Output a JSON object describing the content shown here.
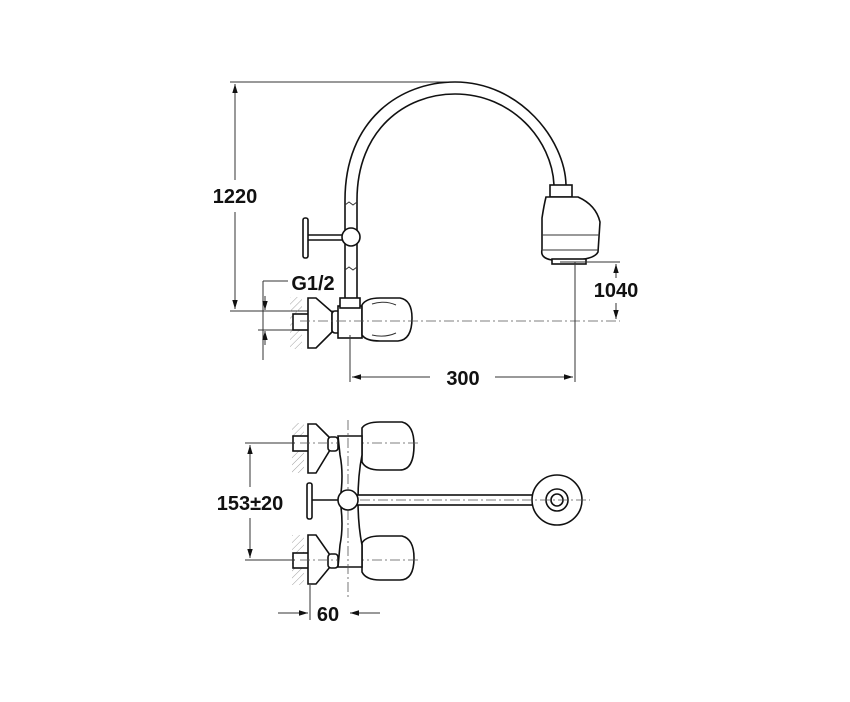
{
  "dimensions": {
    "total_height": "1220",
    "thread": "G1/2",
    "head_height": "1040",
    "reach": "300",
    "center_distance": "153±20",
    "depth": "60"
  },
  "colors": {
    "line": "#111111",
    "background": "#ffffff"
  }
}
